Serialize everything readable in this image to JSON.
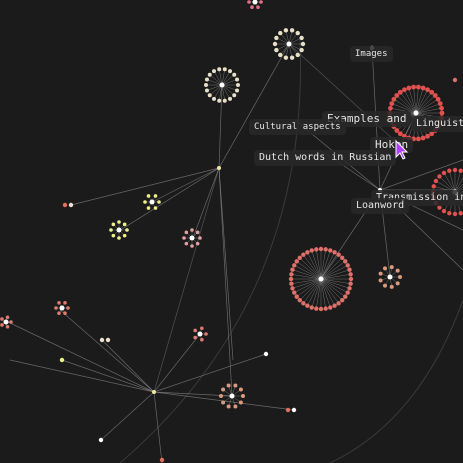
{
  "graph": {
    "labels": {
      "images": "Images",
      "examples": "Examples and",
      "linguistic": "Linguisti",
      "cultural": "Cultural aspects",
      "hoken": "Hoken",
      "dutch": "Dutch words in Russian",
      "transmission": "Transmission in",
      "loanword": "Loanword"
    },
    "colors": {
      "background": "#1b1b1b",
      "edge": "#8a8a8a",
      "cream": "#e8dfc8",
      "salmon": "#e0706a",
      "red": "#e0524f",
      "yellow": "#f0f08a",
      "cursor": "#b040ff"
    }
  }
}
